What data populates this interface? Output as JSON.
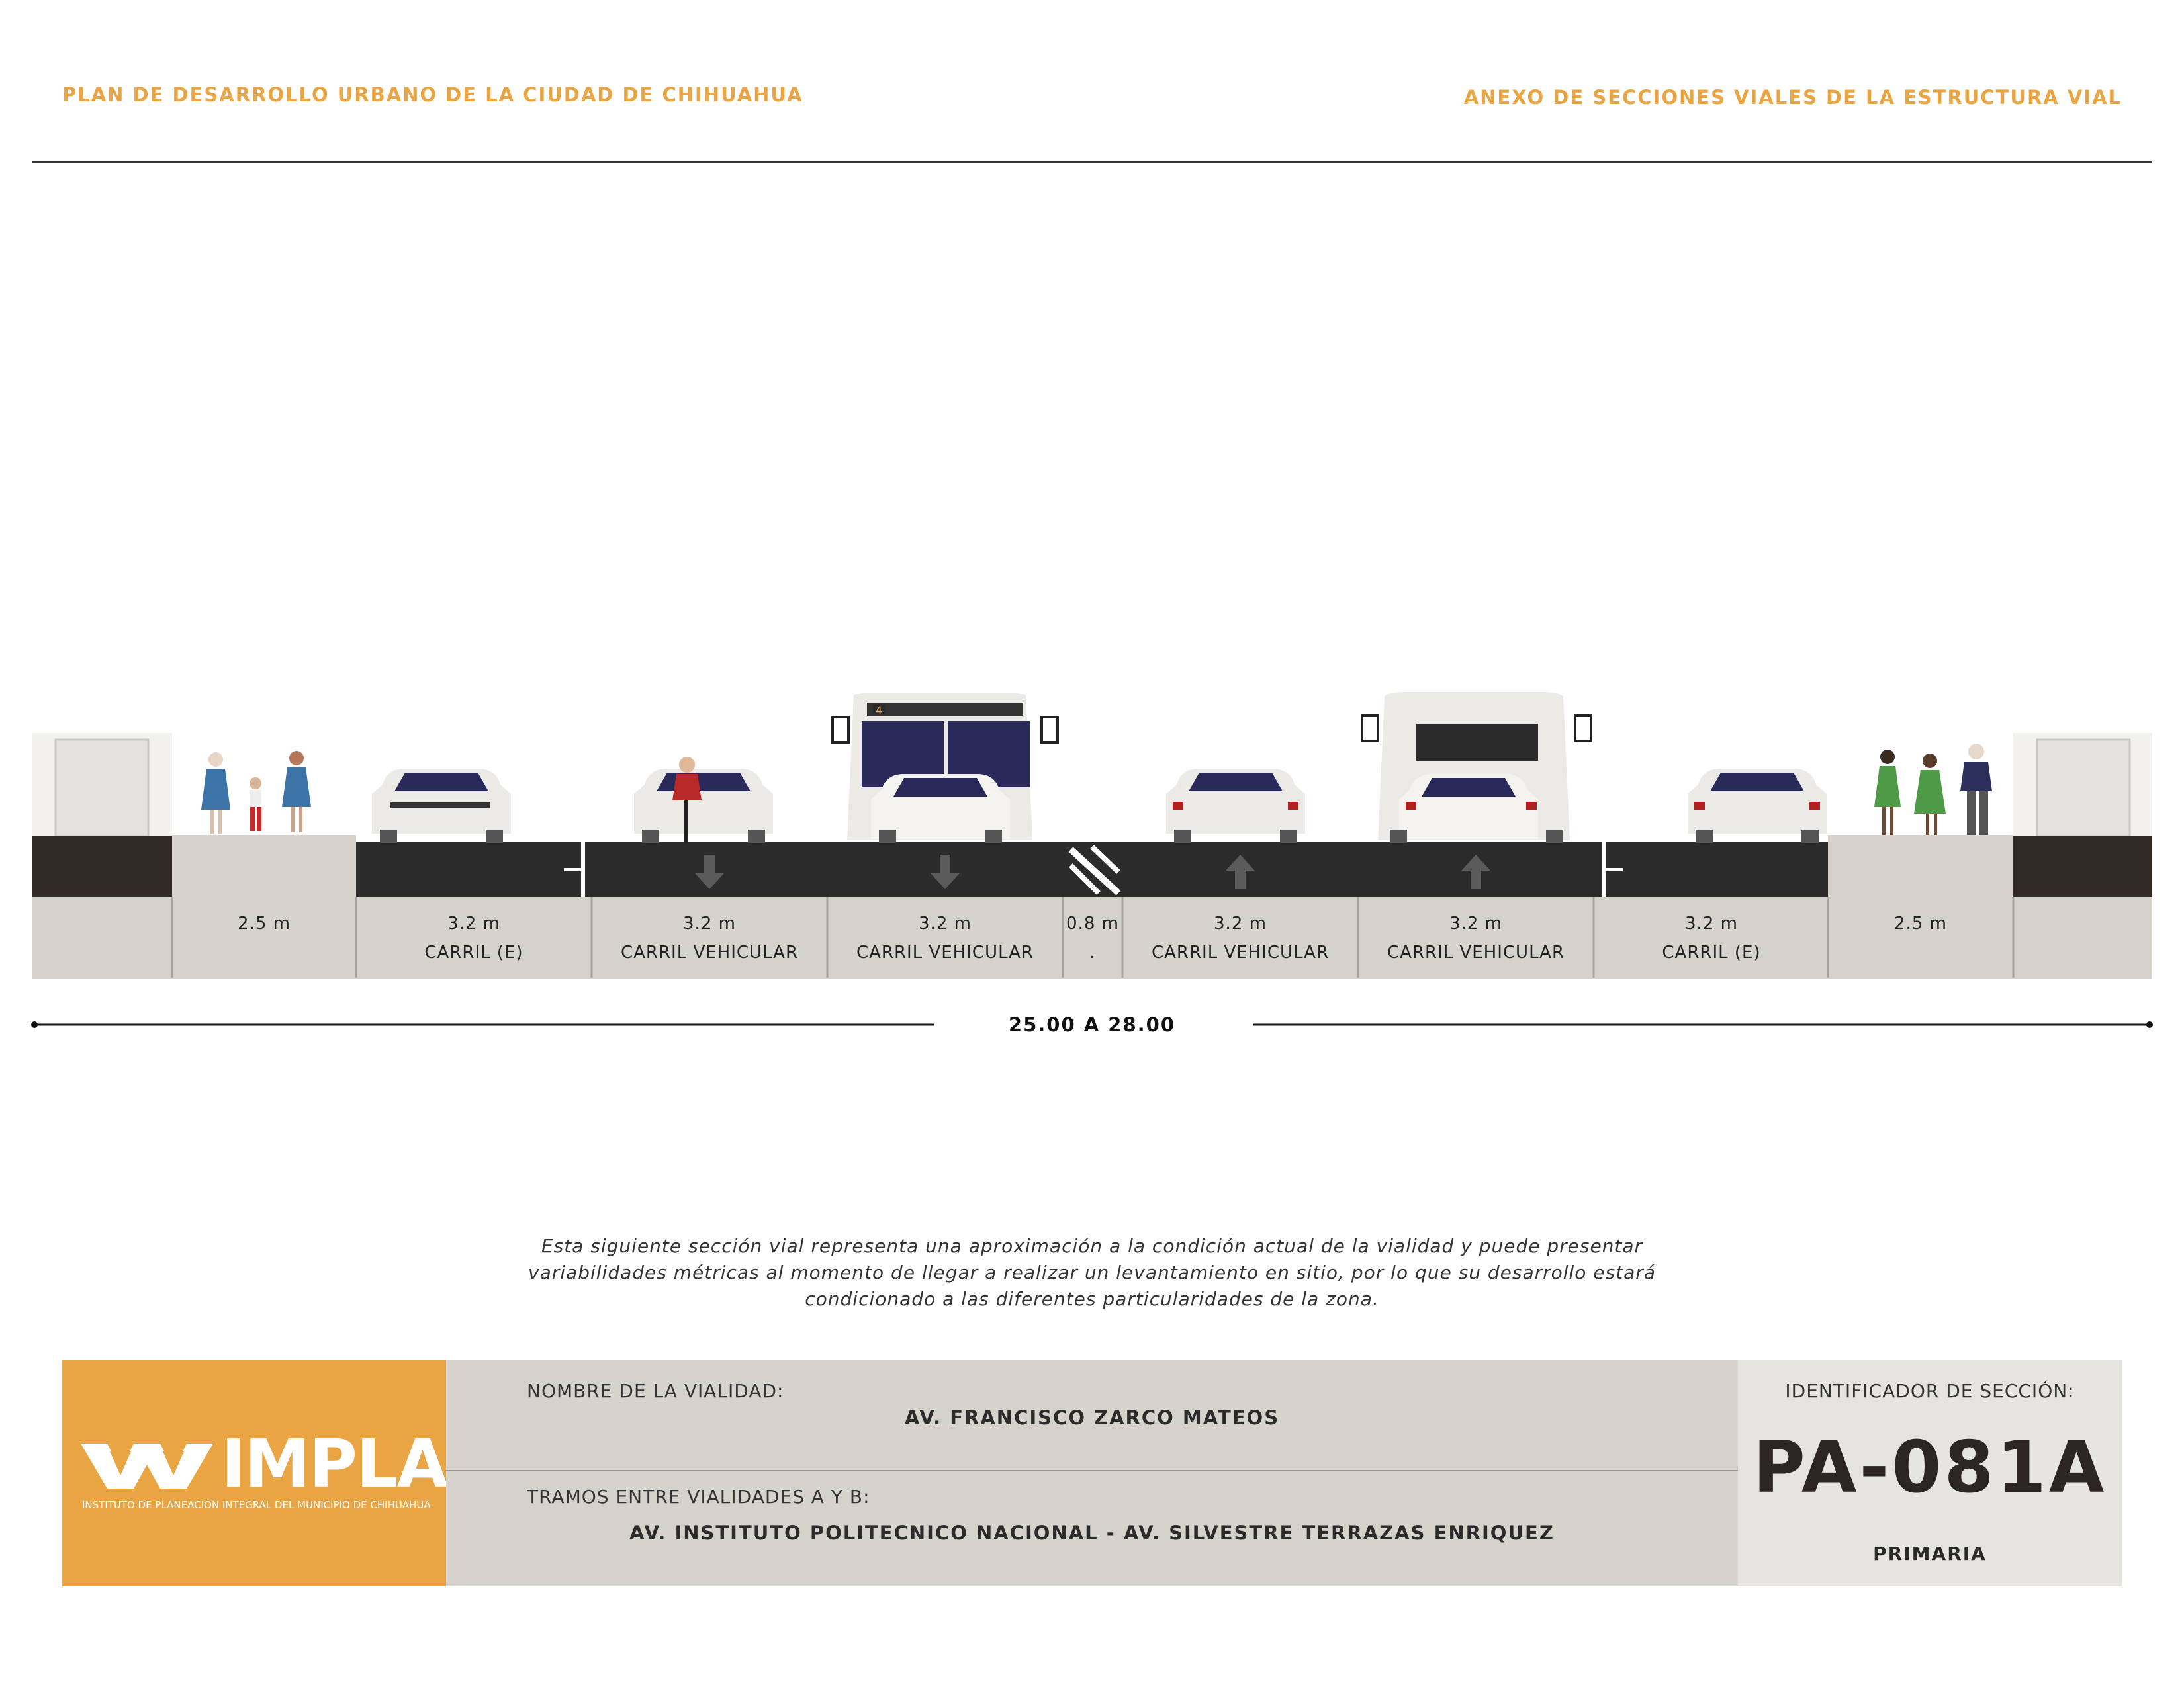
{
  "header": {
    "left_title": "PLAN DE DESARROLLO URBANO DE LA CIUDAD DE CHIHUAHUA",
    "right_title": "ANEXO DE SECCIONES VIALES DE LA ESTRUCTURA VIAL"
  },
  "section": {
    "segments": [
      {
        "id": "building-left",
        "width": "",
        "label": ""
      },
      {
        "id": "sidewalk-left",
        "width": "2.5 m",
        "label": ""
      },
      {
        "id": "lane-e-left",
        "width": "3.2 m",
        "label": "CARRIL (E)"
      },
      {
        "id": "lane-1",
        "width": "3.2 m",
        "label": "CARRIL VEHICULAR"
      },
      {
        "id": "lane-2",
        "width": "3.2 m",
        "label": "CARRIL VEHICULAR"
      },
      {
        "id": "median",
        "width": "0.8 m",
        "label": "."
      },
      {
        "id": "lane-3",
        "width": "3.2 m",
        "label": "CARRIL VEHICULAR"
      },
      {
        "id": "lane-4",
        "width": "3.2 m",
        "label": "CARRIL VEHICULAR"
      },
      {
        "id": "lane-e-right",
        "width": "3.2 m",
        "label": "CARRIL (E)"
      },
      {
        "id": "sidewalk-right",
        "width": "2.5 m",
        "label": ""
      },
      {
        "id": "building-right",
        "width": "",
        "label": ""
      }
    ],
    "total_width": "25.00 A 28.00",
    "bus_route_number": "4"
  },
  "disclaimer": [
    "Esta siguiente sección vial representa una aproximación a la condición actual de la vialidad y puede presentar",
    "variabilidades métricas al momento de llegar a realizar un levantamiento en sitio, por lo que su desarrollo estará",
    "condicionado a las diferentes particularidades de la zona."
  ],
  "info": {
    "logo_word": "IMPLAN",
    "logo_subtitle": "INSTITUTO DE PLANEACIÓN INTEGRAL DEL MUNICIPIO DE CHIHUAHUA",
    "name_label": "NOMBRE DE LA VIALIDAD:",
    "name_value": "AV. FRANCISCO ZARCO MATEOS",
    "tramo_label": "TRAMOS ENTRE VIALIDADES A Y B:",
    "tramo_value": "AV. INSTITUTO POLITECNICO NACIONAL - AV. SILVESTRE TERRAZAS ENRIQUEZ",
    "id_label": "IDENTIFICADOR DE SECCIÓN:",
    "id_value": "PA-081A",
    "classification": "PRIMARIA"
  },
  "colors": {
    "accent": "#e9a544",
    "asphalt": "#2a2b2a",
    "curb": "#312a25",
    "ground": "#d6d2cc"
  }
}
